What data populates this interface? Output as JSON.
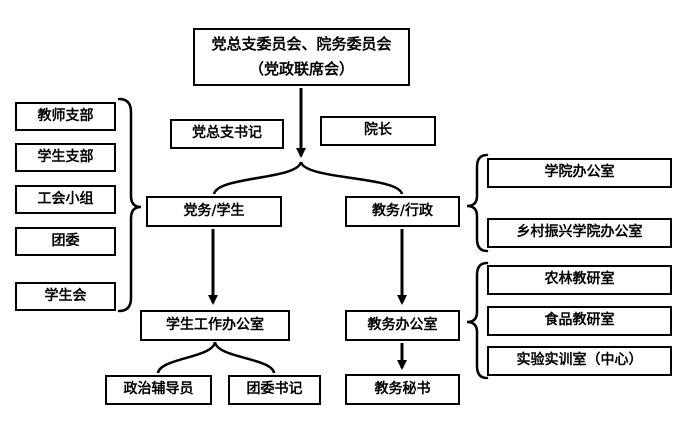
{
  "org": {
    "root": {
      "line1": "党总支委员会、院务委员会",
      "line2": "（党政联席会）"
    },
    "leaders": {
      "party_secretary": "党总支书记",
      "dean": "院长"
    },
    "branches": {
      "party_student": "党务/学生",
      "academic_admin": "教务/行政"
    },
    "left_group": [
      "教师支部",
      "学生支部",
      "工会小组",
      "团委",
      "学生会"
    ],
    "right_group_admin": [
      "学院办公室",
      "乡村振兴学院办公室"
    ],
    "right_group_teaching": [
      "农林教研室",
      "食品教研室",
      "实验实训室（中心）"
    ],
    "offices": {
      "student_office": "学生工作办公室",
      "academic_office": "教务办公室"
    },
    "bottom": {
      "political_counselor": "政治辅导员",
      "league_secretary": "团委书记",
      "academic_secretary": "教务秘书"
    },
    "colors": {
      "line": "#000000",
      "box_border": "#000000",
      "background": "#ffffff"
    }
  }
}
